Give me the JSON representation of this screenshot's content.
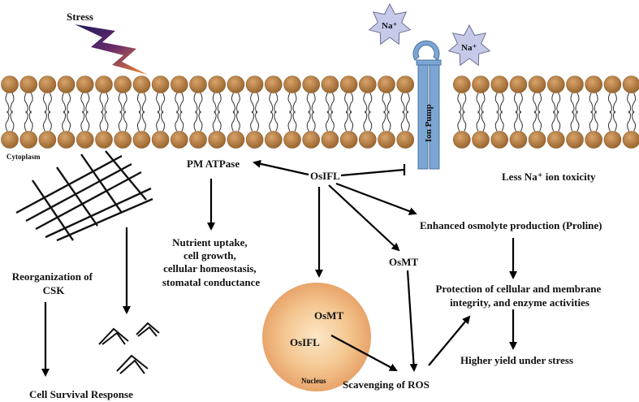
{
  "labels": {
    "stress": "Stress",
    "na_ion_1": "Na⁺",
    "na_ion_2": "Na⁺",
    "ion_pump": "Ion Pump",
    "cytoplasm": "Cytoplasm",
    "pm_atpase": "PM ATPase",
    "osifl_center": "OsIFL",
    "less_na_toxicity": "Less Na⁺ ion toxicity",
    "nutrient_lines": [
      "Nutrient uptake,",
      "cell growth,",
      "cellular homeostasis,",
      "stomatal conductance"
    ],
    "osmolyte": "Enhanced osmolyte production (Proline)",
    "osmt_side": "OsMT",
    "protection_lines": [
      "Protection of cellular and membrane",
      "integrity, and enzyme activities"
    ],
    "reorg_lines": [
      "Reorganization of",
      "CSK"
    ],
    "higher_yield": "Higher yield under stress",
    "nucleus_osmt": "OsMT",
    "nucleus_osifl": "OsIFL",
    "nucleus": "Nucleus",
    "scavenging": "Scavenging of ROS",
    "cell_survival": "Cell Survival Response"
  },
  "colors": {
    "lipid_head": "#b8834a",
    "lipid_head_dark": "#8a5a28",
    "ion_pump": "#7ba6d4",
    "na_star": "#c4c9e6",
    "nucleus_inner": "#fbe3c0",
    "nucleus_outer": "#e9a86a",
    "bolt_top": "#1d1a5a",
    "bolt_bottom": "#e8762a"
  },
  "icons": [
    "lightning-bolt-icon",
    "na-ion-star-icon",
    "ion-pump-icon",
    "cytoskeleton-grid-icon",
    "cytoskeleton-fragment-icon",
    "nucleus-icon"
  ]
}
